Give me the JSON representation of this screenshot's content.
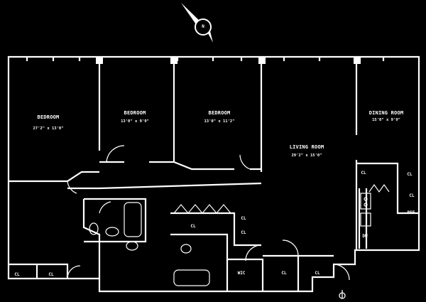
{
  "rooms": [
    {
      "id": "bedroom-1",
      "name": "BEDROOM",
      "dims": "27'2\" x 13'0\""
    },
    {
      "id": "bedroom-2",
      "name": "BEDROOM",
      "dims": "13'0\" x 9'9\""
    },
    {
      "id": "bedroom-3",
      "name": "BEDROOM",
      "dims": "13'0\" x 11'2\""
    },
    {
      "id": "living-room",
      "name": "LIVING ROOM",
      "dims": "29'2\" x 15'0\""
    },
    {
      "id": "dining-room",
      "name": "DINING ROOM",
      "dims": "15'0\" x 9'9\""
    }
  ],
  "closets": {
    "cl_1": "CL",
    "cl_2": "CL",
    "cl_3": "CL",
    "cl_4": "CL",
    "cl_5": "CL",
    "cl_6": "CL",
    "cl_7": "CL",
    "cl_8": "CL",
    "cl_9": "CL",
    "cl_10": "CL",
    "wic": "WIC"
  },
  "kitchen": {
    "ref": "REF",
    "dw": "DW"
  },
  "compass": {
    "letter": "N"
  },
  "colors": {
    "background": "#000000",
    "lines": "#ffffff"
  }
}
